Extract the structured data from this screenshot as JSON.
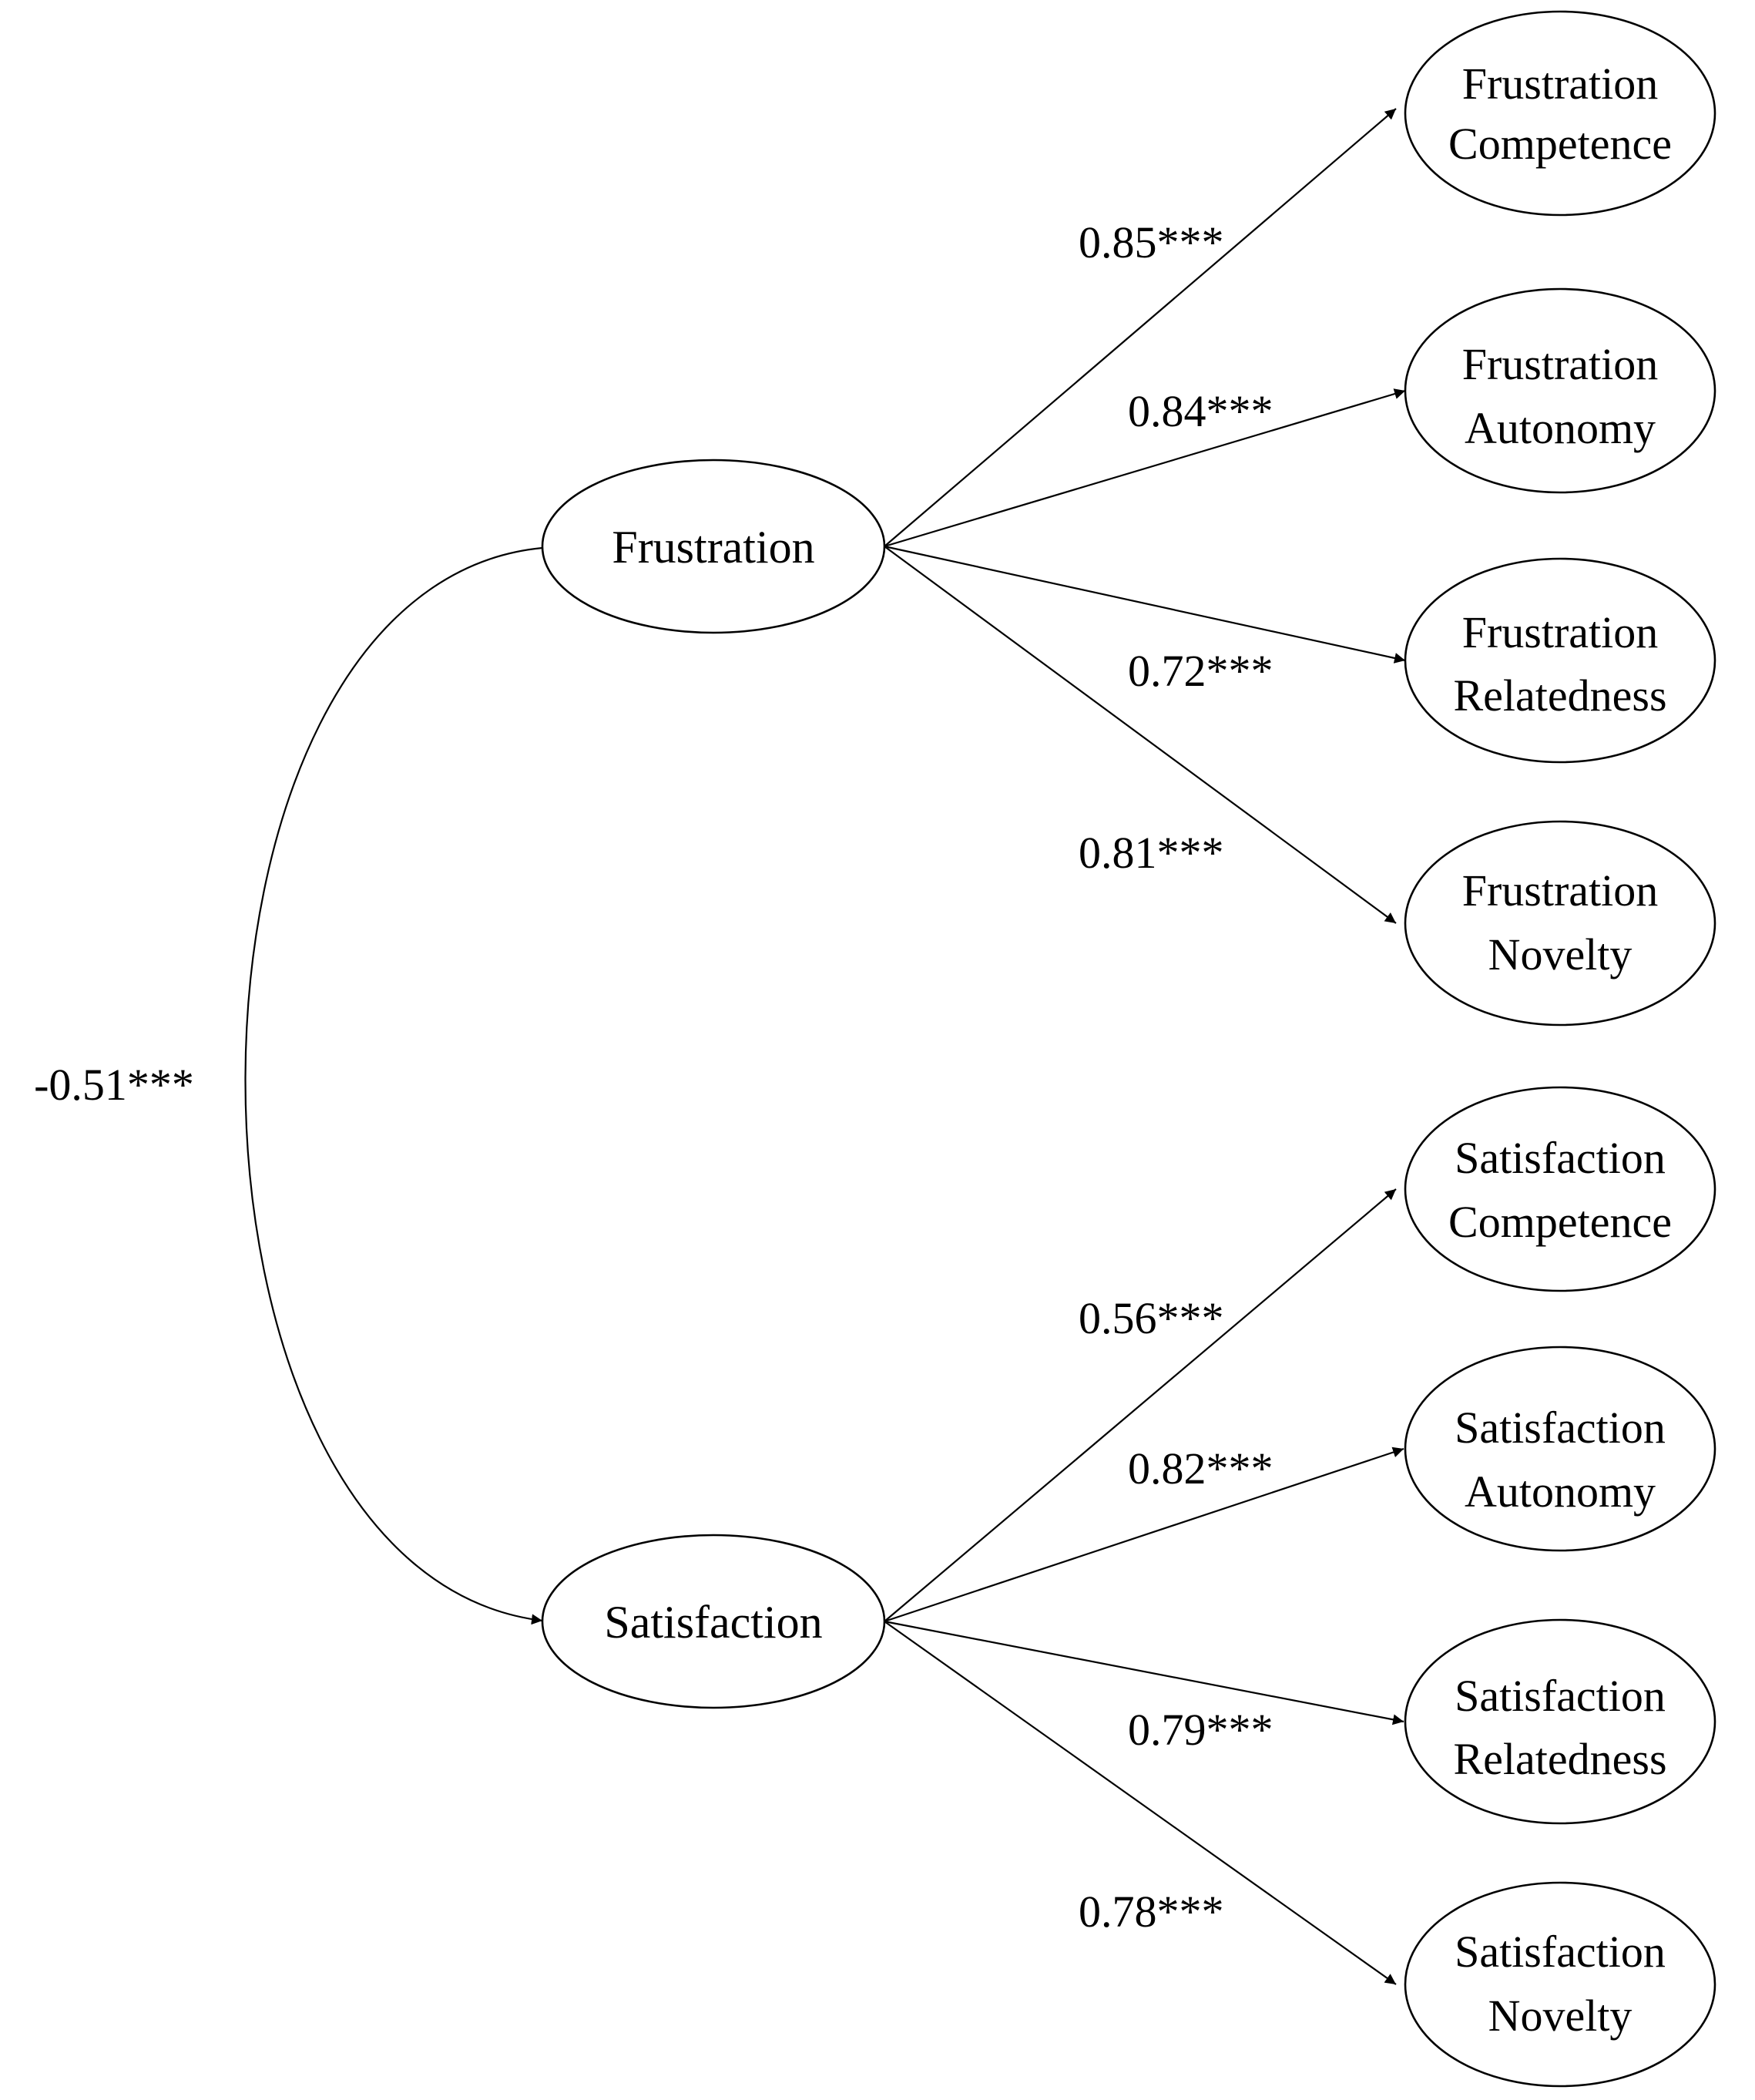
{
  "latent": {
    "frustration": "Frustration",
    "satisfaction": "Satisfaction"
  },
  "covariance": "-0.51***",
  "indicators": {
    "frustration": [
      {
        "line1": "Frustration",
        "line2": "Competence",
        "loading": "0.85***"
      },
      {
        "line1": "Frustration",
        "line2": "Autonomy",
        "loading": "0.84***"
      },
      {
        "line1": "Frustration",
        "line2": "Relatedness",
        "loading": "0.72***"
      },
      {
        "line1": "Frustration",
        "line2": "Novelty",
        "loading": "0.81***"
      }
    ],
    "satisfaction": [
      {
        "line1": "Satisfaction",
        "line2": "Competence",
        "loading": "0.56***"
      },
      {
        "line1": "Satisfaction",
        "line2": "Autonomy",
        "loading": "0.82***"
      },
      {
        "line1": "Satisfaction",
        "line2": "Relatedness",
        "loading": "0.79***"
      },
      {
        "line1": "Satisfaction",
        "line2": "Novelty",
        "loading": "0.78***"
      }
    ]
  }
}
